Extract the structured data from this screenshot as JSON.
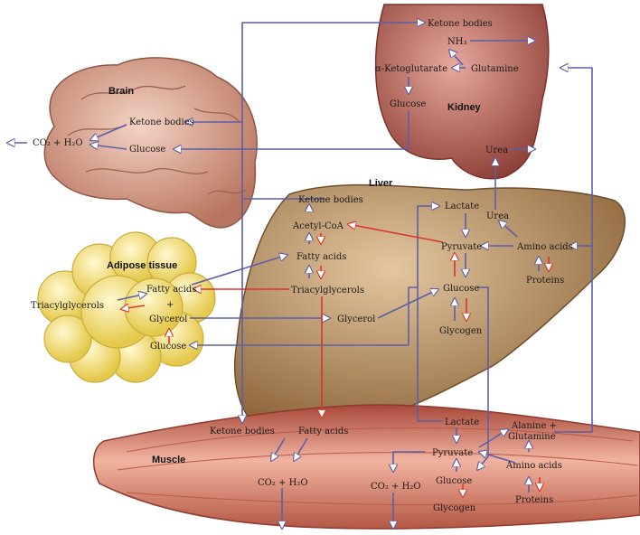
{
  "organs": {
    "brain": "Brain",
    "kidney": "Kidney",
    "liver": "Liver",
    "adipose": "Adipose tissue",
    "muscle": "Muscle"
  },
  "brain": {
    "ketone_bodies": "Ketone bodies",
    "glucose": "Glucose",
    "co2_h2o": "CO₂ + H₂O"
  },
  "kidney": {
    "ketone_bodies": "Ketone bodies",
    "nh3": "NH₃",
    "alpha_ketoglutarate": "α-Ketoglutarate",
    "glutamine": "Glutamine",
    "glucose": "Glucose",
    "urea": "Urea"
  },
  "liver": {
    "ketone_bodies": "Ketone bodies",
    "acetyl_coa": "Acetyl-CoA",
    "fatty_acids": "Fatty acids",
    "triacylglycerols": "Triacylglycerols",
    "glycerol": "Glycerol",
    "lactate": "Lactate",
    "pyruvate": "Pyruvate",
    "glucose": "Glucose",
    "glycogen": "Glycogen",
    "urea": "Urea",
    "amino_acids": "Amino acids",
    "proteins": "Proteins"
  },
  "adipose": {
    "triacylglycerols": "Triacylglycerols",
    "fatty_acids": "Fatty acids",
    "plus": "+",
    "glycerol": "Glycerol",
    "glucose": "Glucose"
  },
  "muscle": {
    "ketone_bodies": "Ketone bodies",
    "fatty_acids": "Fatty acids",
    "co2_h2o_left": "CO₂ + H₂O",
    "co2_h2o_right": "CO₂ + H₂O",
    "lactate": "Lactate",
    "pyruvate": "Pyruvate",
    "glucose": "Glucose",
    "glycogen": "Glycogen",
    "alanine_glutamine": [
      "Alanine +",
      "Glutamine"
    ],
    "amino_acids": "Amino acids",
    "proteins": "Proteins"
  },
  "colors": {
    "pathway_arrow": "#5b5fa8",
    "reverse_arrow": "#d9352b",
    "brain": "#d39a86",
    "kidney": "#b0584c",
    "liver": "#a77c4c",
    "adipose": "#f2df6e",
    "muscle": "#c8684f"
  }
}
